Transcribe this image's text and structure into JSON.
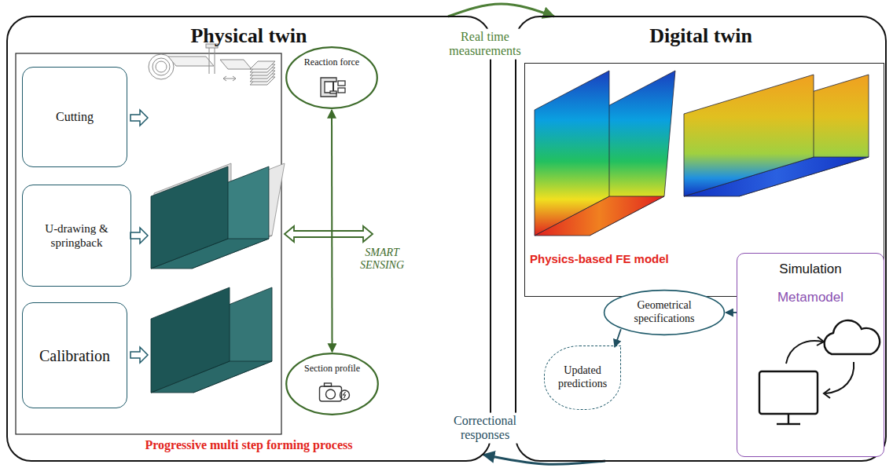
{
  "diagram": {
    "nodes": [
      {
        "text": [
          "Physical twin",
          "Progressive multi step forming process"
        ]
      },
      {
        "text": [
          "Cutting"
        ],
        "in": 0
      },
      {
        "text": [
          "U-drawing & springback"
        ],
        "in": 0
      },
      {
        "text": [
          "Calibration"
        ],
        "in": 0
      },
      {
        "text": [
          "Reaction force"
        ],
        "in": 0
      },
      {
        "text": [
          "Section profile"
        ],
        "in": 0
      },
      {
        "text": [
          "Digital twin"
        ]
      },
      {
        "text": [
          "Physics-based FE model"
        ],
        "in": 6
      },
      {
        "text": [
          "Simulation",
          "Metamodel"
        ],
        "in": 6
      },
      {
        "text": [
          "Geometrical specifications"
        ],
        "in": 6
      },
      {
        "text": [
          "Updated predictions"
        ],
        "in": 6
      }
    ],
    "edges": [
      {
        "from": 0,
        "to": 6,
        "arrow": "to",
        "label": "Real time measurements"
      },
      {
        "from": 6,
        "to": 0,
        "arrow": "to",
        "label": "Correctional responses"
      },
      {
        "from": 4,
        "to": 5,
        "arrow": "both"
      },
      {
        "from": 8,
        "to": 9,
        "arrow": "to"
      },
      {
        "from": 9,
        "to": 10,
        "arrow": "to"
      }
    ],
    "labels": [
      "SMART SENSING"
    ]
  }
}
